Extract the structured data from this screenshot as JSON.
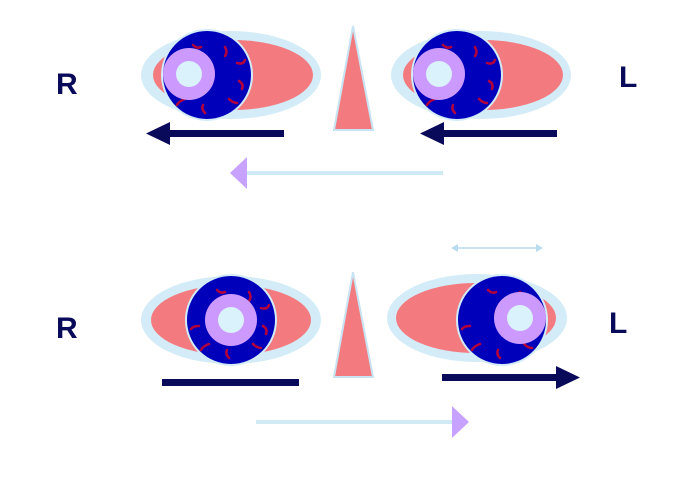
{
  "labels": {
    "top_right_eye": "R",
    "top_left_eye": "L",
    "bottom_right_eye": "R",
    "bottom_left_eye": "L"
  },
  "colors": {
    "background": "#ffffff",
    "label_text": "#0a0a5a",
    "eye_outer": "#d3ecf8",
    "sclera": "#f37b7f",
    "iris": "#0000bb",
    "pupil_ring": "#cc99ff",
    "pupil_core": "#d9f2fc",
    "vessels": "#b3003c",
    "nose": "#f37b7f",
    "nose_edge": "#c8e4f3",
    "dark_arrow": "#0a0a5a",
    "light_arrow_line": "#cfe9f5",
    "light_arrow_head": "#c8a2ff"
  }
}
